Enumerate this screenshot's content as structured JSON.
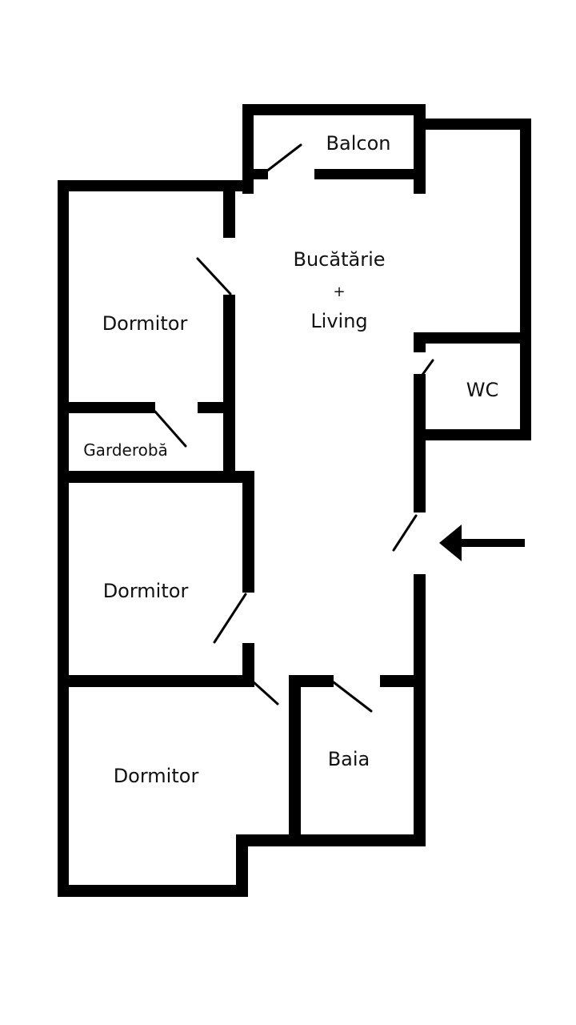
{
  "rooms": {
    "balcon": "Balcon",
    "kitchen_line1": "Bucătărie",
    "kitchen_plus": "+",
    "kitchen_line2": "Living",
    "wc": "WC",
    "dormitor_1": "Dormitor",
    "garderoba": "Garderobă",
    "dormitor_2": "Dormitor",
    "dormitor_3": "Dormitor",
    "baia": "Baia"
  },
  "colors": {
    "wall": "#000000",
    "background": "#ffffff"
  },
  "icons": {
    "entrance": "arrow-left-icon"
  }
}
